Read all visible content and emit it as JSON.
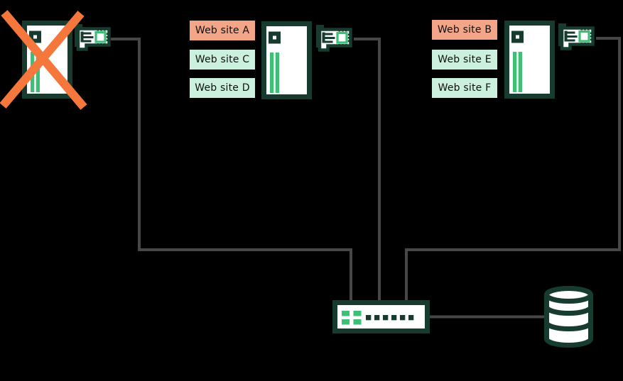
{
  "colors": {
    "background": "#000000",
    "outline": "#173B2E",
    "accent-green": "#3FBE78",
    "mint": "#CBF1DE",
    "salmon": "#F2A687",
    "failure-orange": "#F5773C",
    "connector": "#474747",
    "label-text": "#101010",
    "icon-fill": "#FFFFFF"
  },
  "diagram": {
    "type": "network-topology",
    "site_groups": [
      {
        "server": "failed-server",
        "status": "failed",
        "icons": [
          "server-icon",
          "network-card-icon",
          "failure-x-icon"
        ],
        "sites": []
      },
      {
        "server": "server-2",
        "status": "active",
        "icons": [
          "server-icon",
          "network-card-icon"
        ],
        "sites": [
          {
            "text": "Web site A",
            "variant": "salmon"
          },
          {
            "text": "Web site C",
            "variant": "mint"
          },
          {
            "text": "Web site D",
            "variant": "mint"
          }
        ]
      },
      {
        "server": "server-3",
        "status": "active",
        "icons": [
          "server-icon",
          "network-card-icon"
        ],
        "sites": [
          {
            "text": "Web site B",
            "variant": "salmon"
          },
          {
            "text": "Web site E",
            "variant": "mint"
          },
          {
            "text": "Web site F",
            "variant": "mint"
          }
        ]
      }
    ],
    "other_nodes": [
      {
        "id": "switch",
        "kind": "network-switch",
        "icon": "switch-icon"
      },
      {
        "id": "database",
        "kind": "database",
        "icon": "database-icon"
      }
    ],
    "edges": [
      {
        "from": "failed-server",
        "to": "switch"
      },
      {
        "from": "server-2",
        "to": "switch"
      },
      {
        "from": "server-3",
        "to": "switch"
      },
      {
        "from": "switch",
        "to": "database"
      }
    ]
  }
}
